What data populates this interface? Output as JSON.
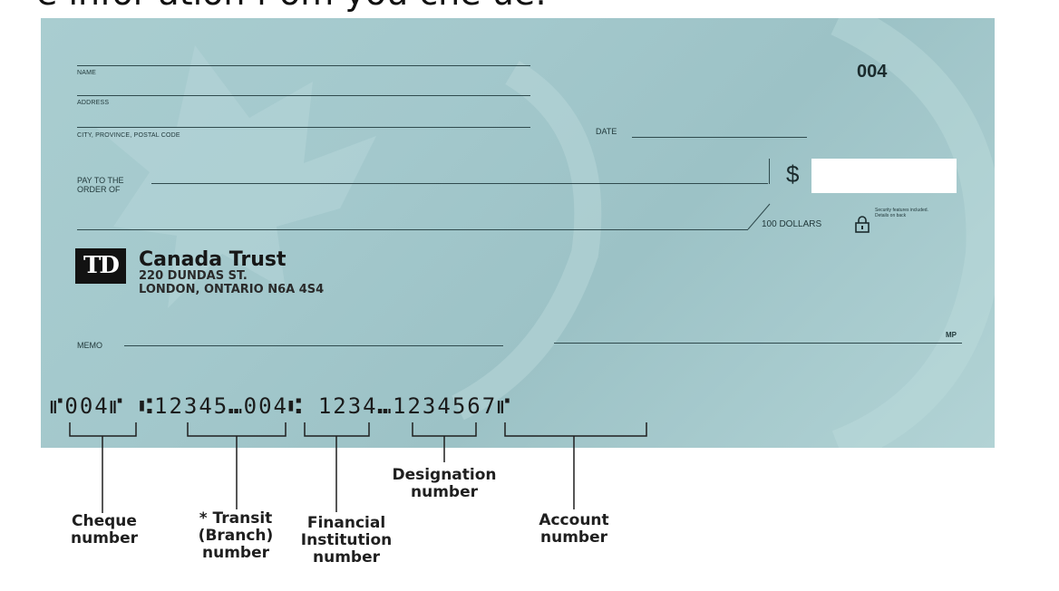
{
  "caption": "e infor   ation f   om you  che  ue:",
  "cheque": {
    "number": "004",
    "name_label": "NAME",
    "address_label": "ADDRESS",
    "city_label": "CITY, PROVINCE, POSTAL CODE",
    "date_label": "DATE",
    "pay_label_1": "PAY TO THE",
    "pay_label_2": "ORDER OF",
    "dollar_sign": "$",
    "dollars_label": "100 DOLLARS",
    "security_text": "Security features included. Details on back",
    "bank": {
      "logo": "TD",
      "name": "Canada Trust",
      "address_1": "220 DUNDAS ST.",
      "address_2": "LONDON, ONTARIO   N6A 4S4"
    },
    "memo_label": "MEMO",
    "signature_mark": "MP",
    "micr_line": "⑈004⑈ ⑆12345⑉004⑆  1234⑉1234567⑈"
  },
  "callouts": {
    "cheque_number": "Cheque\nnumber",
    "transit": "* Transit\n(Branch)\nnumber",
    "financial": "Financial\nInstitution\nnumber",
    "designation": "Designation\nnumber",
    "account": "Account\nnumber"
  }
}
